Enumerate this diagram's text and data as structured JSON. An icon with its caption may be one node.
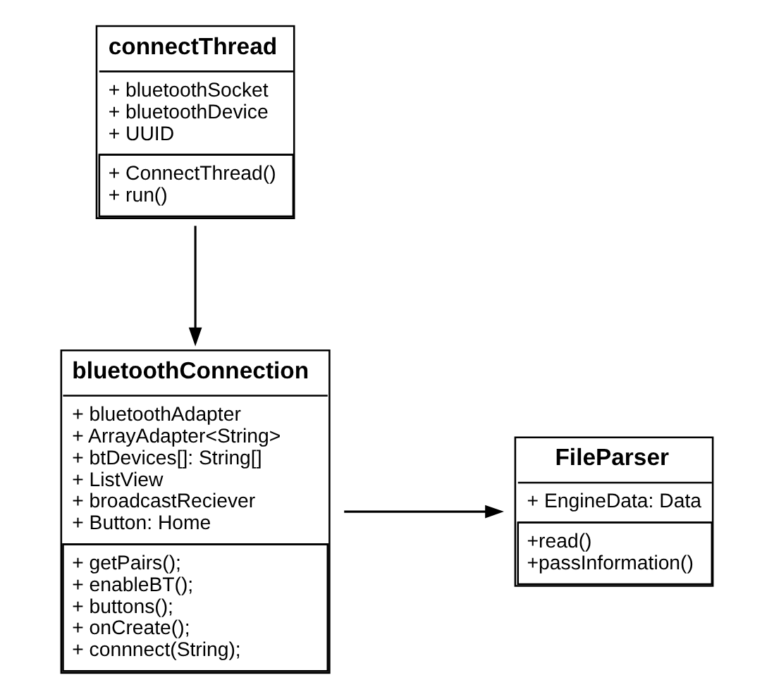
{
  "diagram": {
    "nodes": [
      {
        "text": [
          "FileParser",
          "+ EngineData: Data",
          "+read()",
          "+passInformation()"
        ]
      },
      {
        "text": [
          "bluetoothConnection",
          "+ bluetoothAdapter",
          "+ ArrayAdapter<String>",
          "+ btDevices[]: String[]",
          "+ ListView",
          "+ broadcastReciever",
          "+ Button: Home",
          "+ getPairs();",
          "+ enableBT();",
          "+ buttons();",
          "+ onCreate();",
          "+ connnect(String);"
        ]
      },
      {
        "text": [
          "connectThread",
          "+ bluetoothSocket",
          "+ bluetoothDevice",
          "+ UUID",
          "+ ConnectThread()",
          "+ run()"
        ]
      }
    ],
    "edges": [
      {
        "from": 1,
        "to": 0,
        "arrow": "to"
      },
      {
        "from": 2,
        "to": 1,
        "arrow": "to"
      }
    ]
  }
}
